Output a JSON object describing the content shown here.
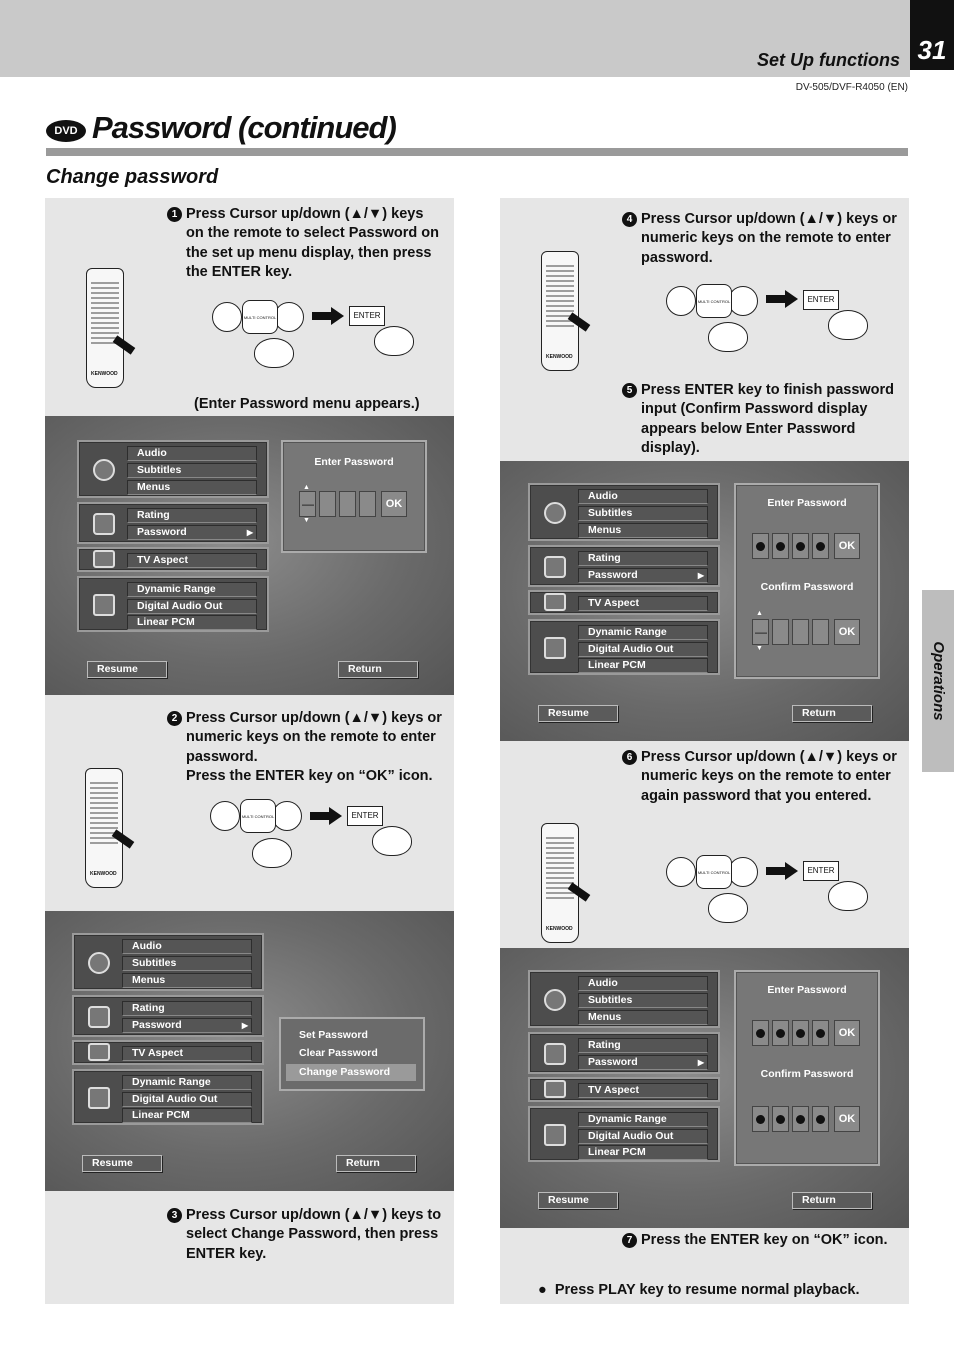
{
  "header": {
    "section": "Set Up functions",
    "page_number": "31",
    "model": "DV-505/DVF-R4050 (EN)"
  },
  "title": {
    "badge": "DVD",
    "text": "Password (continued)"
  },
  "subtitle": "Change password",
  "side_tab": "Operations",
  "controls": {
    "enter_label": "ENTER",
    "multi_control_label": "MULTI CONTROL",
    "remote_brand": "KENWOOD"
  },
  "steps": {
    "s1": {
      "num": "1",
      "text": "Press Cursor up/down (▲/▼) keys on the remote to select Password on the set up menu display, then press the ENTER key."
    },
    "s1_note": "(Enter Password menu appears.)",
    "s2": {
      "num": "2",
      "text": "Press Cursor up/down (▲/▼) keys or numeric keys on the remote to enter password.",
      "extra": "Press the ENTER key on “OK” icon."
    },
    "s3": {
      "num": "3",
      "text": "Press Cursor up/down (▲/▼) keys to select Change Password, then press ENTER key."
    },
    "s4": {
      "num": "4",
      "text": "Press Cursor up/down (▲/▼) keys or numeric keys on the remote to enter password."
    },
    "s5": {
      "num": "5",
      "text": "Press ENTER key to finish password input (Confirm Password display appears below Enter Password display)."
    },
    "s6": {
      "num": "6",
      "text": "Press Cursor up/down (▲/▼) keys or numeric keys on the remote to enter again password that you entered."
    },
    "s7": {
      "num": "7",
      "text": "Press the ENTER key on “OK” icon."
    },
    "final": "Press PLAY key to resume normal playback."
  },
  "menu": {
    "audio": "Audio",
    "subtitles": "Subtitles",
    "menus": "Menus",
    "rating": "Rating",
    "password": "Password",
    "tv_aspect": "TV Aspect",
    "dynamic_range": "Dynamic Range",
    "digital_audio_out": "Digital Audio Out",
    "linear_pcm": "Linear PCM",
    "resume": "Resume",
    "return": "Return",
    "enter_password": "Enter Password",
    "confirm_password": "Confirm Password",
    "ok": "OK",
    "password_options": [
      "Set Password",
      "Clear Password",
      "Change Password"
    ]
  }
}
